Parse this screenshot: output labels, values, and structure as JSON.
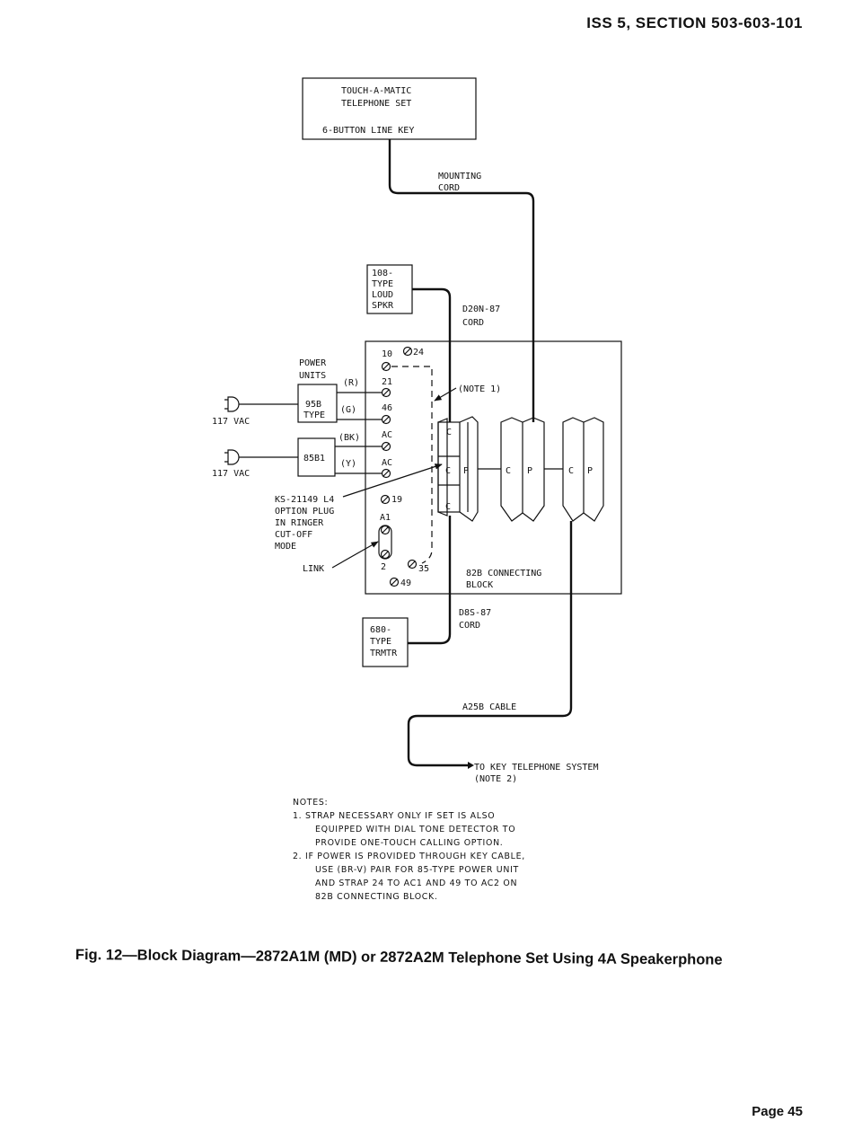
{
  "header": {
    "text": "ISS 5, SECTION 503-603-101"
  },
  "diagram": {
    "set_box": {
      "line1": "TOUCH-A-MATIC",
      "line2": "TELEPHONE SET",
      "line3": "6-BUTTON LINE KEY"
    },
    "mounting_cord": {
      "line1": "MOUNTING",
      "line2": "CORD"
    },
    "speaker": {
      "line1": "108-",
      "line2": "TYPE",
      "line3": "LOUD",
      "line4": "SPKR"
    },
    "d20n_cord": {
      "line1": "D20N-87",
      "line2": "CORD"
    },
    "power_units": {
      "line1": "POWER",
      "line2": "UNITS"
    },
    "unit_95b": {
      "line1": "95B",
      "line2": "TYPE"
    },
    "unit_85b1": {
      "label": "85B1"
    },
    "wire_labels": {
      "r": "(R)",
      "g": "(G)",
      "bk": "(BK)",
      "y": "(Y)"
    },
    "vac_1": "117 VAC",
    "vac_2": "117 VAC",
    "terminals": {
      "t10": "10",
      "t24": "24",
      "t21": "21",
      "t46": "46",
      "ac1": "AC",
      "ac2": "AC",
      "t19": "19",
      "a1": "A1",
      "t2": "2",
      "t35": "35",
      "t49": "49"
    },
    "note1": "(NOTE 1)",
    "option_plug": {
      "line1": "KS-21149 L4",
      "line2": "OPTION PLUG",
      "line3": "IN RINGER",
      "line4": "CUT-OFF",
      "line5": "MODE"
    },
    "link": "LINK",
    "block_connectors": {
      "c": "C",
      "p": "P"
    },
    "block_label": {
      "line1": "82B CONNECTING",
      "line2": "BLOCK"
    },
    "d8s_cord": {
      "line1": "D8S-87",
      "line2": "CORD"
    },
    "transmitter": {
      "line1": "680-",
      "line2": "TYPE",
      "line3": "TRMTR"
    },
    "cable": "A25B CABLE",
    "key_system": {
      "line1": "TO KEY TELEPHONE SYSTEM",
      "line2": "(NOTE 2)"
    }
  },
  "notes": {
    "title": "NOTES:",
    "n1": [
      "1. STRAP NECESSARY ONLY IF SET IS ALSO",
      "EQUIPPED WITH DIAL TONE DETECTOR TO",
      "PROVIDE ONE-TOUCH CALLING OPTION."
    ],
    "n2": [
      "2. IF POWER IS PROVIDED THROUGH KEY CABLE,",
      "USE (BR-V) PAIR FOR 85-TYPE POWER UNIT",
      "AND STRAP 24 TO AC1 AND 49 TO AC2 ON",
      "82B CONNECTING BLOCK."
    ]
  },
  "caption": "Fig. 12—Block Diagram—2872A1M (MD) or 2872A2M Telephone Set Using 4A Speakerphone",
  "page_number": "Page 45"
}
